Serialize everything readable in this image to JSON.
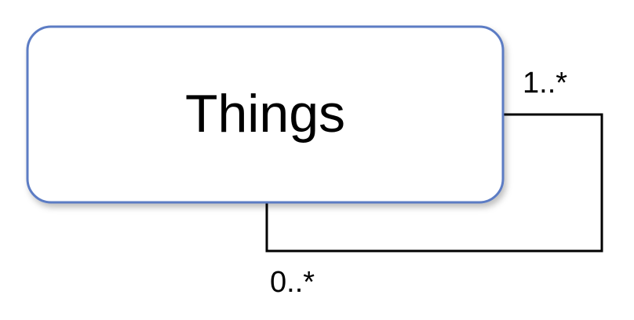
{
  "entity": {
    "label": "Things",
    "border_color": "#5b7bc4",
    "fill_color": "#ffffff"
  },
  "relationship": {
    "type": "self-association",
    "source_multiplicity": "1..*",
    "target_multiplicity": "0..*",
    "line_color": "#000000"
  }
}
